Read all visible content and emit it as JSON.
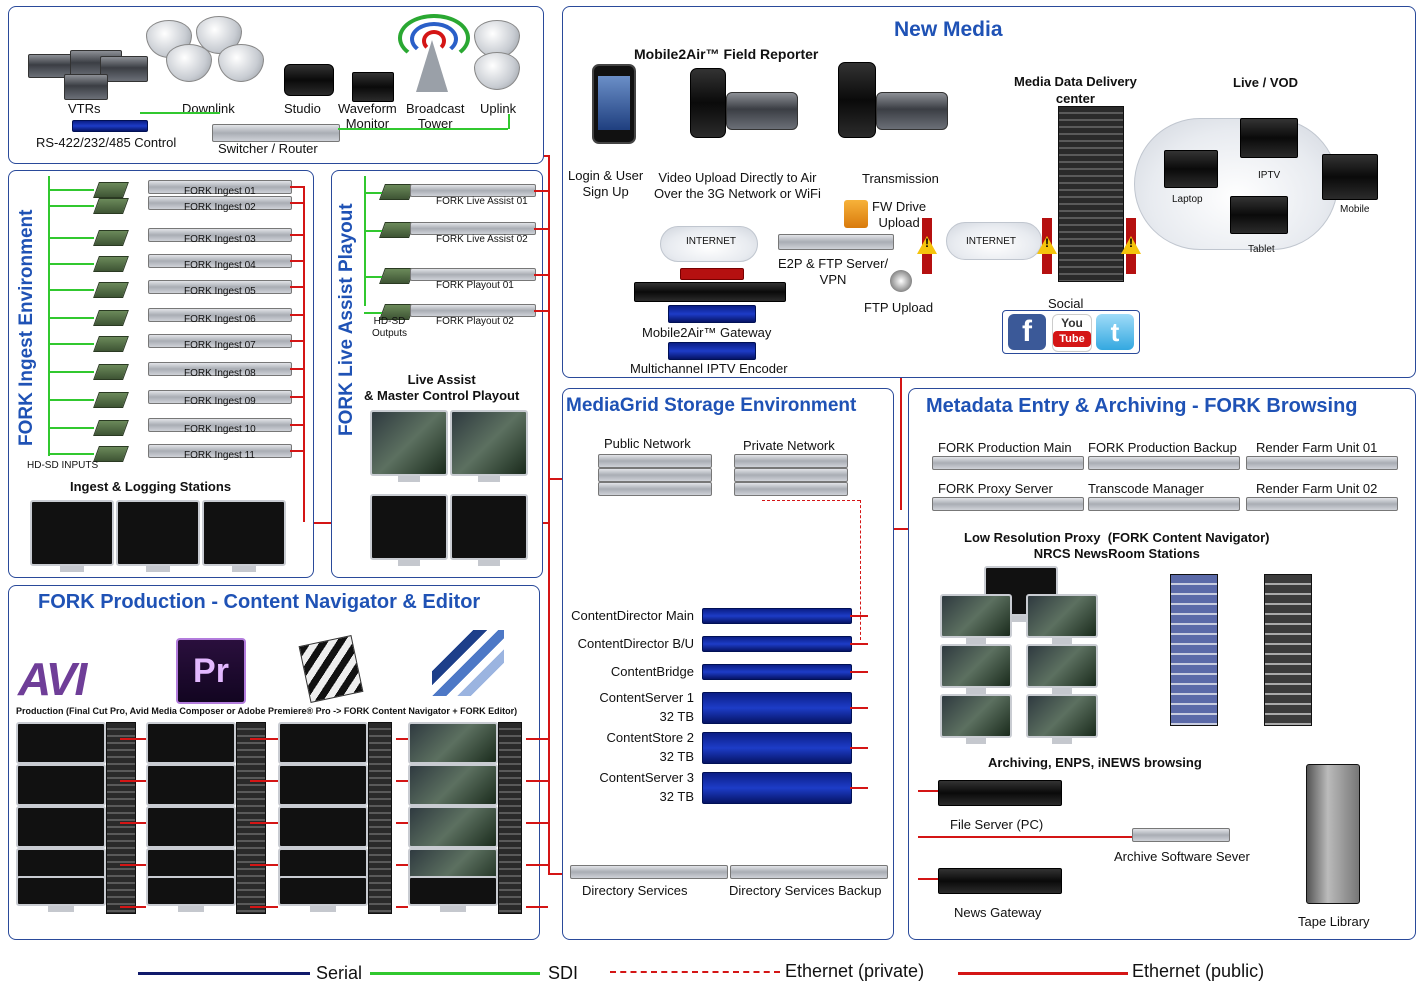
{
  "colors": {
    "panel_border": "#2a4a9a",
    "title": "#1f52b5",
    "serial": "#101a6b",
    "sdi": "#31c82f",
    "ethernet_private": "#d41515",
    "ethernet_public": "#d41515"
  },
  "top_panel": {
    "vtrs": "VTRs",
    "downlink": "Downlink",
    "studio": "Studio",
    "waveform": "Waveform\nMonitor",
    "broadcast": "Broadcast\nTower",
    "uplink": "Uplink",
    "control": "RS-422/232/485 Control",
    "switcher": "Switcher / Router"
  },
  "new_media": {
    "title": "New Media",
    "field_reporter": "Mobile2Air™  Field Reporter",
    "login": "Login & User\nSign Up",
    "video_upload": "Video Upload Directly to Air\nOver the 3G Network or WiFi",
    "transmission": "Transmission",
    "media_center": "Media Data Delivery\ncenter",
    "live_vod": "Live / VOD",
    "laptop": "Laptop",
    "iptv": "IPTV",
    "mobile": "Mobile",
    "tablet": "Tablet",
    "internet1": "INTERNET",
    "internet2": "INTERNET",
    "fw_drive": "FW Drive\nUpload",
    "e2p": "E2P & FTP Server/\nVPN",
    "ftp_upload": "FTP Upload",
    "social": "Social",
    "youtube_top": "You",
    "youtube_bottom": "Tube",
    "gateway": "Mobile2Air™ Gateway",
    "iptv_encoder": "Multichannel IPTV Encoder"
  },
  "ingest": {
    "title": "FORK Ingest Environment",
    "items": [
      "FORK Ingest 01",
      "FORK Ingest 02",
      "FORK Ingest 03",
      "FORK Ingest 04",
      "FORK Ingest 05",
      "FORK Ingest 06",
      "FORK Ingest 07",
      "FORK Ingest 08",
      "FORK Ingest 09",
      "FORK Ingest 10",
      "FORK Ingest 11"
    ],
    "inputs": "HD-SD INPUTS",
    "stations": "Ingest & Logging Stations"
  },
  "playout": {
    "title": "FORK Live Assist Playout",
    "items": [
      "FORK Live Assist 01",
      "FORK Live Assist 02",
      "FORK Playout 01",
      "FORK Playout 02"
    ],
    "outputs": "HD-SD\nOutputs",
    "stations": "Live Assist\n& Master Control Playout"
  },
  "mediagrid": {
    "title": "MediaGrid Storage Environment",
    "public": "Public Network",
    "private": "Private Network",
    "items": [
      "ContentDirector Main",
      "ContentDirector B/U",
      "ContentBridge",
      "ContentServer 1\n32 TB",
      "ContentStore 2\n32 TB",
      "ContentServer 3\n32 TB"
    ],
    "directory": "Directory Services",
    "directory_backup": "Directory Services Backup"
  },
  "metadata": {
    "title": "Metadata Entry & Archiving - FORK Browsing",
    "servers": [
      "FORK Production Main",
      "FORK Production Backup",
      "Render Farm Unit 01",
      "FORK Proxy Server",
      "Transcode Manager",
      "Render Farm Unit 02"
    ],
    "proxy_title": "Low Resolution Proxy  (FORK Content Navigator)\nNRCS NewsRoom Stations",
    "archiving": "Archiving, ENPS, iNEWS browsing",
    "file_server": "File Server (PC)",
    "archive_sw": "Archive Software Sever",
    "news_gateway": "News Gateway",
    "tape_library": "Tape Library"
  },
  "production": {
    "title": "FORK Production - Content Navigator & Editor",
    "avid": "AVI",
    "pr": "Pr",
    "caption": "Production (Final Cut Pro, Avid Media Composer or Adobe Premiere® Pro -> FORK Content Navigator + FORK Editor)"
  },
  "legend": {
    "serial": "Serial",
    "sdi": "SDI",
    "private": "Ethernet (private)",
    "public": "Ethernet (public)"
  }
}
